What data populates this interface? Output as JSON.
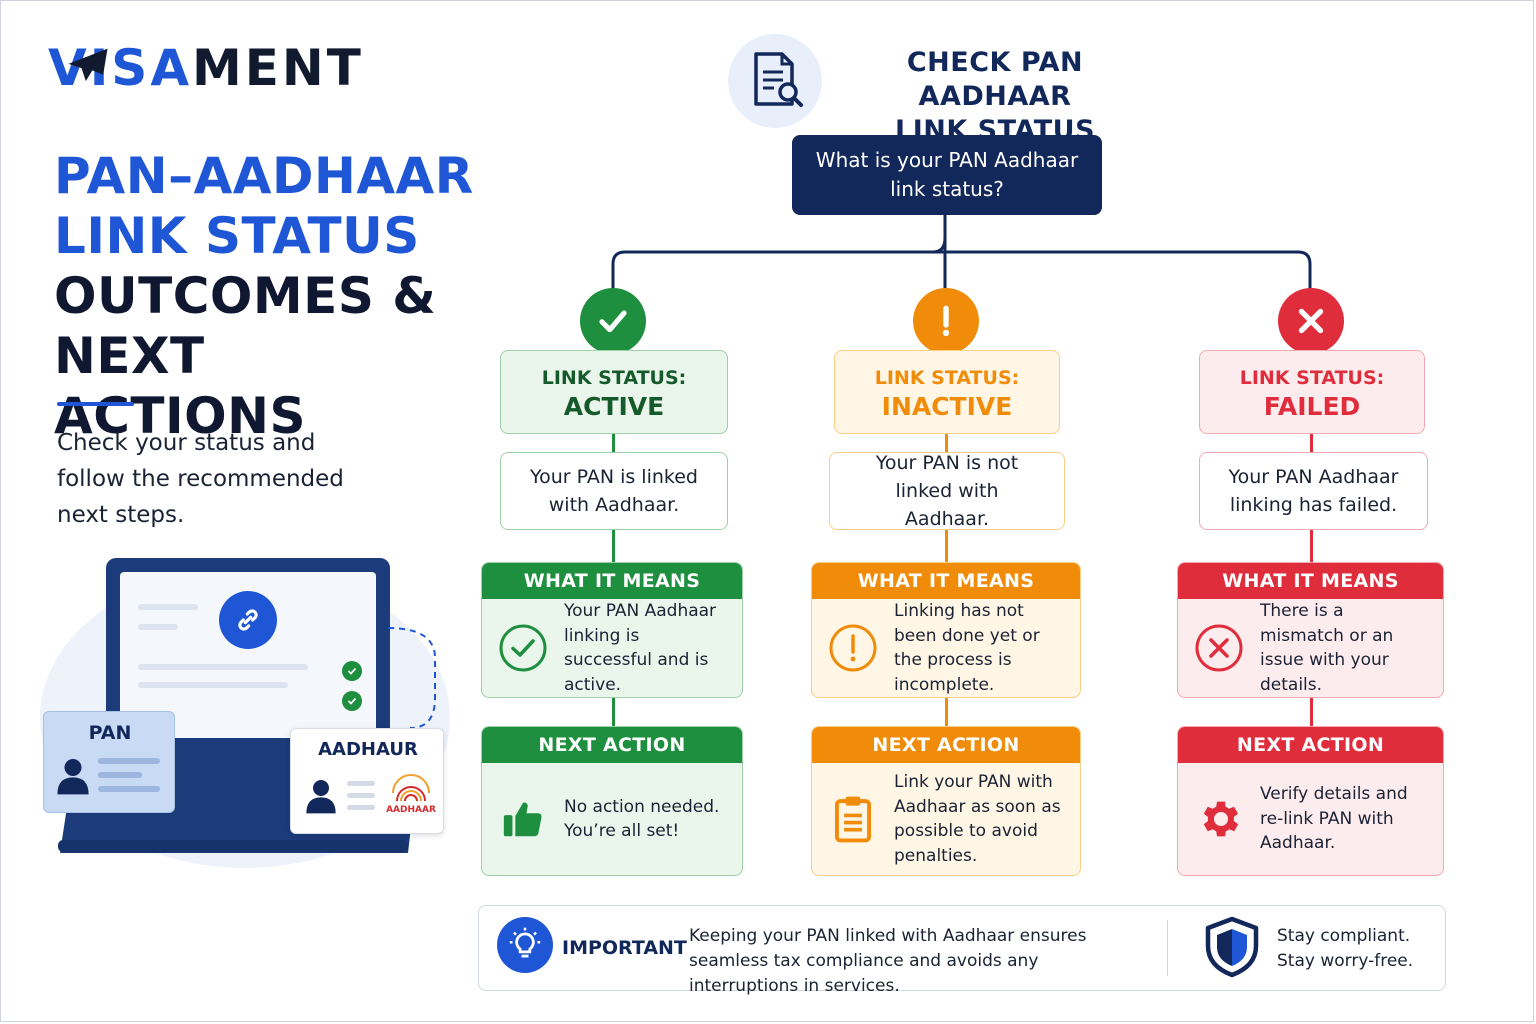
{
  "logo": {
    "v": "V",
    "text_a": "ISA",
    "text_b": "MENT"
  },
  "headline": {
    "line1": "PAN–AADHAAR",
    "line2": "LINK STATUS",
    "line3": "OUTCOMES &",
    "line4": "NEXT ACTIONS"
  },
  "subtext": "Check your status and follow the recommended next steps.",
  "illustration": {
    "pan_label": "PAN",
    "aadhaar_label": "AADHAUR",
    "aadhaar_logo_text": "AADHAAR"
  },
  "header": {
    "title_line1": "CHECK PAN AADHAAR",
    "title_line2": "LINK STATUS",
    "icon": "document-search-icon"
  },
  "question": {
    "line1": "What is your PAN Aadhaar",
    "line2": "link status?"
  },
  "columns": [
    {
      "key": "active",
      "color": "#1e8f3e",
      "light": "#eaf6ec",
      "border": "#9fd1a8",
      "status_label": "LINK STATUS:",
      "status_value": "ACTIVE",
      "description": "Your PAN is linked with Aadhaar.",
      "means_title": "WHAT IT MEANS",
      "means_text": "Your PAN Aadhaar linking is successful and is active.",
      "action_title": "NEXT ACTION",
      "action_text": "No action needed. You’re all set!",
      "status_icon": "check-icon",
      "means_icon": "check-circle-icon",
      "action_icon": "thumbs-up-icon"
    },
    {
      "key": "inactive",
      "color": "#f08c0a",
      "light": "#fff6e6",
      "border": "#f7cf86",
      "status_label": "LINK STATUS:",
      "status_value": "INACTIVE",
      "description": "Your PAN is not linked with Aadhaar.",
      "means_title": "WHAT IT MEANS",
      "means_text": "Linking has not been done yet or the process is incomplete.",
      "action_title": "NEXT ACTION",
      "action_text": "Link your PAN with Aadhaar as soon as possible to avoid penalties.",
      "status_icon": "exclamation-icon",
      "means_icon": "exclamation-circle-icon",
      "action_icon": "clipboard-icon"
    },
    {
      "key": "failed",
      "color": "#e02d3c",
      "light": "#fdecee",
      "border": "#f3a9b1",
      "status_label": "LINK STATUS:",
      "status_value": "FAILED",
      "description": "Your PAN Aadhaar linking has failed.",
      "means_title": "WHAT IT MEANS",
      "means_text": "There is a mismatch or an issue with your details.",
      "action_title": "NEXT ACTION",
      "action_text": "Verify details and re-link PAN with Aadhaar.",
      "status_icon": "x-icon",
      "means_icon": "x-circle-icon",
      "action_icon": "gear-icon"
    }
  ],
  "banner": {
    "label": "IMPORTANT",
    "text": "Keeping your PAN linked with Aadhaar ensures seamless tax compliance and avoids any interruptions in services.",
    "stay_line1": "Stay compliant.",
    "stay_line2": "Stay worry-free.",
    "left_icon": "lightbulb-icon",
    "right_icon": "shield-icon"
  }
}
